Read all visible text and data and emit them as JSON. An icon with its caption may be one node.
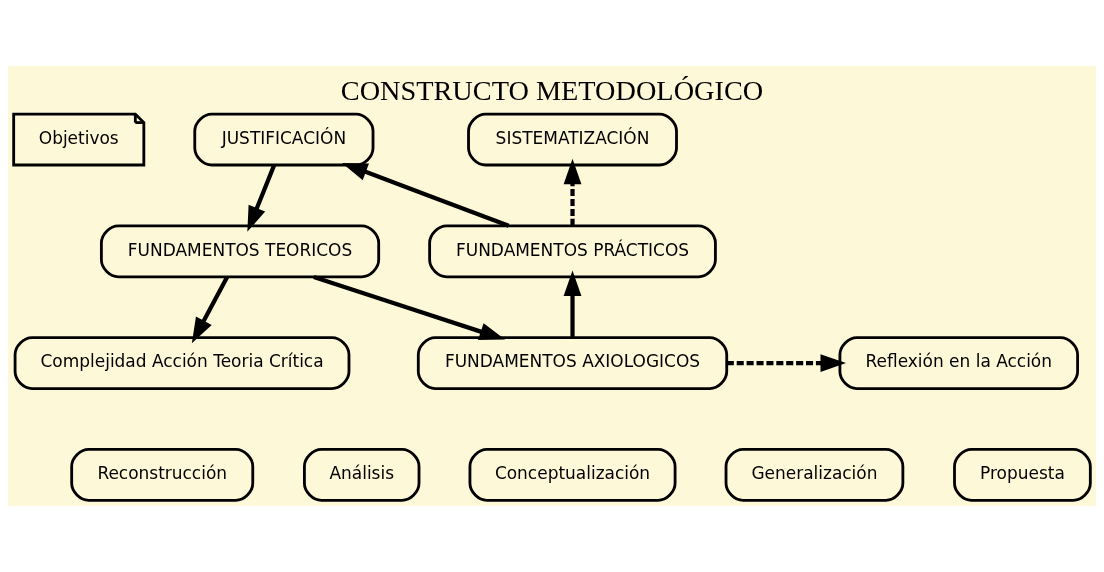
{
  "diagram": {
    "title": "CONSTRUCTO METODOLÓGICO",
    "nodes": [
      {
        "text": [
          "Objetivos"
        ]
      },
      {
        "text": [
          "JUSTIFICACIÓN"
        ]
      },
      {
        "text": [
          "SISTEMATIZACIÓN"
        ]
      },
      {
        "text": [
          "FUNDAMENTOS TEORICOS"
        ]
      },
      {
        "text": [
          "FUNDAMENTOS PRÁCTICOS"
        ]
      },
      {
        "text": [
          "Complejidad Acción Teoria Crítica"
        ]
      },
      {
        "text": [
          "FUNDAMENTOS AXIOLOGICOS"
        ]
      },
      {
        "text": [
          "Reflexión en la Acción"
        ]
      },
      {
        "text": [
          "Reconstrucción"
        ]
      },
      {
        "text": [
          "Análisis"
        ]
      },
      {
        "text": [
          "Conceptualización"
        ]
      },
      {
        "text": [
          "Generalización"
        ]
      },
      {
        "text": [
          "Propuesta"
        ]
      }
    ],
    "edges": [
      {
        "from": 1,
        "to": 3,
        "arrow": "to"
      },
      {
        "from": 3,
        "to": 6,
        "arrow": "to"
      },
      {
        "from": 3,
        "to": 5,
        "arrow": "to"
      },
      {
        "from": 6,
        "to": 7,
        "arrow": "to",
        "style": "dashed"
      },
      {
        "from": 6,
        "to": 4,
        "arrow": "to"
      },
      {
        "from": 4,
        "to": 1,
        "arrow": "to"
      },
      {
        "from": 4,
        "to": 2,
        "arrow": "to",
        "style": "dashed"
      }
    ]
  }
}
